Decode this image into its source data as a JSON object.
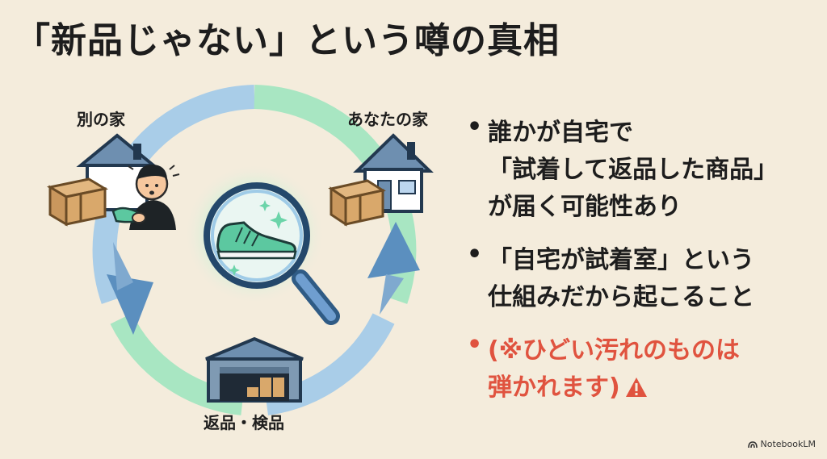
{
  "title": "「新品じゃない」という噂の真相",
  "diagram": {
    "labels": {
      "other_house": "別の家",
      "your_house": "あなたの家",
      "warehouse": "返品・検品"
    },
    "icons": [
      "house-icon",
      "box-icon",
      "worried-person-icon",
      "sneaker-icon",
      "magnifying-glass-icon",
      "warehouse-icon",
      "cycle-arrow-icon",
      "sparkle-icon"
    ],
    "colors": {
      "arrow_blue": "#9cc4e4",
      "arrow_green": "#a8e6c2",
      "arrow_dark": "#5b8fbf"
    }
  },
  "bullets": [
    {
      "marker": "•",
      "lines": [
        "誰かが自宅で",
        "「試着して返品した商品」",
        "が届く可能性あり"
      ]
    },
    {
      "marker": "•",
      "lines": [
        "「自宅が試着室」という",
        "仕組みだから起こること"
      ]
    },
    {
      "marker": "•",
      "lines": [
        "(※ひどい汚れのものは",
        "弾かれます)"
      ],
      "color": "#e0533f",
      "icon": "warning-icon"
    }
  ],
  "brand": {
    "name": "NotebookLM"
  }
}
